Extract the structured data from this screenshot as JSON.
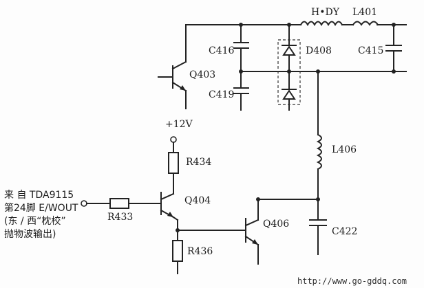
{
  "labels": {
    "h_dy": "H•DY",
    "l401": "L401",
    "c416": "C416",
    "c419": "C419",
    "d408": "D408",
    "c415": "C415",
    "q403": "Q403",
    "plus12v": "+12V",
    "r434": "R434",
    "l406": "L406",
    "q404": "Q404",
    "r433": "R433",
    "q406": "Q406",
    "c422": "C422",
    "r436": "R436"
  },
  "source_note": {
    "line1": "来 自  TDA9115",
    "line2": "第24脚 E/WOUT",
    "line3": "(东 / 西“枕校”",
    "line4": "抛物波输出)"
  },
  "watermark": "http://www.go-gddq.com"
}
